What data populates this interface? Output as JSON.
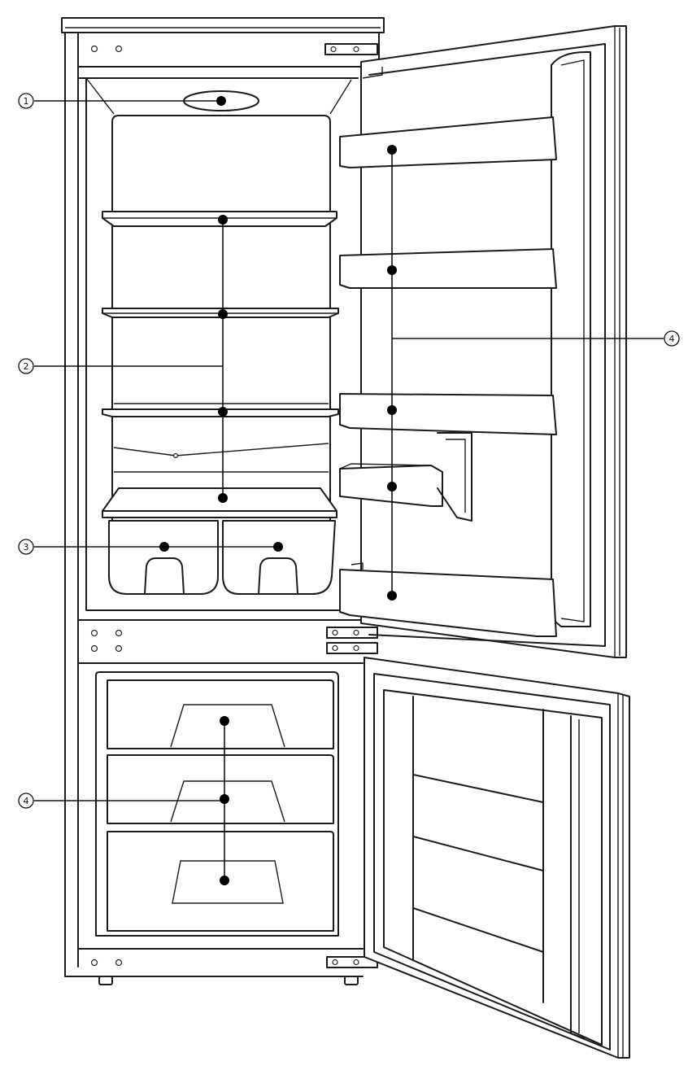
{
  "callouts": [
    {
      "id": "c1",
      "label": "1"
    },
    {
      "id": "c2",
      "label": "2"
    },
    {
      "id": "c3",
      "label": "3"
    },
    {
      "id": "c4a",
      "label": "4"
    },
    {
      "id": "c4b",
      "label": "4"
    }
  ],
  "colors": {
    "line": "#1a1a1a",
    "background": "#ffffff"
  }
}
